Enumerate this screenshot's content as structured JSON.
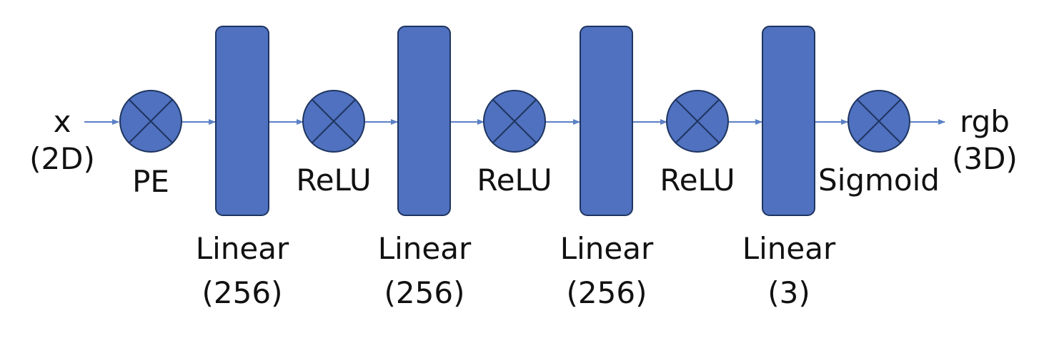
{
  "colors": {
    "block_fill": "#4f71bf",
    "block_stroke": "#1f3560",
    "arrow": "#5b80c4",
    "text": "#111111"
  },
  "input": {
    "name": "x",
    "dim": "(2D)"
  },
  "output": {
    "name": "rgb",
    "dim": "(3D)"
  },
  "operations": [
    {
      "label": "PE",
      "icon": "circle-cross-icon"
    },
    {
      "label": "ReLU",
      "icon": "circle-cross-icon"
    },
    {
      "label": "ReLU",
      "icon": "circle-cross-icon"
    },
    {
      "label": "ReLU",
      "icon": "circle-cross-icon"
    },
    {
      "label": "Sigmoid",
      "icon": "circle-cross-icon"
    }
  ],
  "layers": [
    {
      "name": "Linear",
      "units": "(256)"
    },
    {
      "name": "Linear",
      "units": "(256)"
    },
    {
      "name": "Linear",
      "units": "(256)"
    },
    {
      "name": "Linear",
      "units": "(3)"
    }
  ]
}
